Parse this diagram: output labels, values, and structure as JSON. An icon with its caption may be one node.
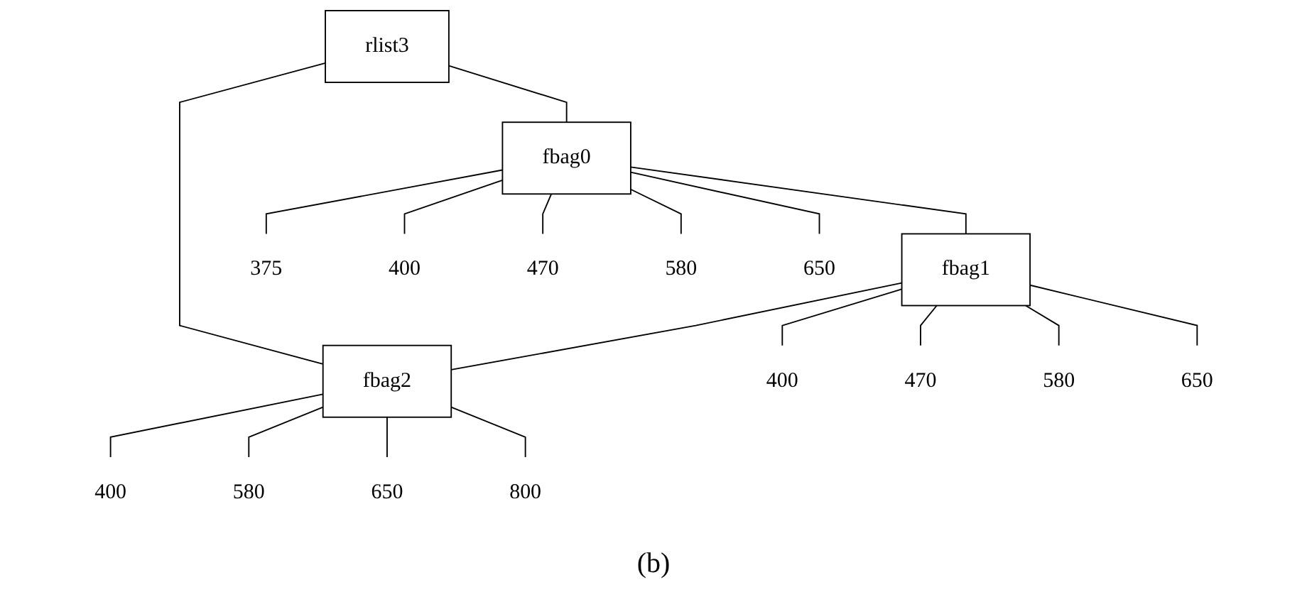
{
  "diagram": {
    "caption": "(b)",
    "nodes": [
      {
        "text": [
          "rlist3"
        ]
      },
      {
        "text": [
          "fbag0"
        ]
      },
      {
        "text": [
          "fbag1"
        ]
      },
      {
        "text": [
          "fbag2"
        ]
      },
      {
        "text": [
          "375"
        ]
      },
      {
        "text": [
          "400"
        ]
      },
      {
        "text": [
          "470"
        ]
      },
      {
        "text": [
          "580"
        ]
      },
      {
        "text": [
          "650"
        ]
      },
      {
        "text": [
          "400"
        ]
      },
      {
        "text": [
          "470"
        ]
      },
      {
        "text": [
          "580"
        ]
      },
      {
        "text": [
          "650"
        ]
      },
      {
        "text": [
          "400"
        ]
      },
      {
        "text": [
          "580"
        ]
      },
      {
        "text": [
          "650"
        ]
      },
      {
        "text": [
          "800"
        ]
      }
    ],
    "edges": [
      {
        "from": 0,
        "to": 1,
        "arrow": "none"
      },
      {
        "from": 1,
        "to": 2,
        "arrow": "none"
      },
      {
        "from": 2,
        "to": 3,
        "arrow": "none"
      },
      {
        "from": 3,
        "to": 0,
        "arrow": "none"
      },
      {
        "from": 1,
        "to": 4,
        "arrow": "none"
      },
      {
        "from": 1,
        "to": 5,
        "arrow": "none"
      },
      {
        "from": 1,
        "to": 6,
        "arrow": "none"
      },
      {
        "from": 1,
        "to": 7,
        "arrow": "none"
      },
      {
        "from": 1,
        "to": 8,
        "arrow": "none"
      },
      {
        "from": 2,
        "to": 9,
        "arrow": "none"
      },
      {
        "from": 2,
        "to": 10,
        "arrow": "none"
      },
      {
        "from": 2,
        "to": 11,
        "arrow": "none"
      },
      {
        "from": 2,
        "to": 12,
        "arrow": "none"
      },
      {
        "from": 3,
        "to": 13,
        "arrow": "none"
      },
      {
        "from": 3,
        "to": 14,
        "arrow": "none"
      },
      {
        "from": 3,
        "to": 15,
        "arrow": "none"
      },
      {
        "from": 3,
        "to": 16,
        "arrow": "none"
      }
    ]
  }
}
